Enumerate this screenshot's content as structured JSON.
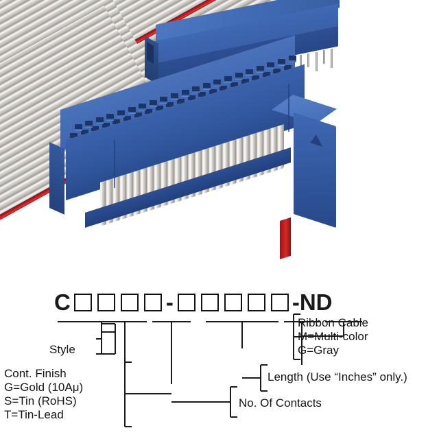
{
  "document": {
    "kind": "part-number-breakdown-diagram",
    "subject": "IDC ribbon cable assembly connectors"
  },
  "product_photo": {
    "items": [
      {
        "name": "upper-connector",
        "type": "male-header-connector",
        "color": "#3b63ad",
        "description": "blue IDC board-mount header with two rows of solder pins, ribbon cable attached"
      },
      {
        "name": "lower-connector",
        "type": "idc-socket-connector",
        "color": "#3b63ad",
        "description": "blue IDC socket with two rows of square contact holes, triangular pin-1 marker, ribbon cable strain relief"
      },
      {
        "name": "ribbon-cable",
        "type": "flat-ribbon-cable",
        "conductor_color": "#c9c6c1",
        "stripe_color": "#c2161d",
        "description": "gray flat ribbon cable with red pin-1 edge stripe"
      }
    ],
    "colors": {
      "connector_blue": "#3b63ad",
      "connector_blue_dark": "#27488a",
      "cable_gray": "#c9c6c1",
      "pin1_red": "#c2161d",
      "pin_metal": "#9a9a9a",
      "background": "#ffffff"
    }
  },
  "part_number": {
    "prefix": "C",
    "separator": "-",
    "suffix": "-ND",
    "group1_box_count": 4,
    "group2_box_count": 5,
    "boxes": [
      "",
      "",
      "",
      "",
      "",
      "",
      "",
      "",
      ""
    ],
    "display": "C □□□□ - □□□□□ -ND"
  },
  "callouts": {
    "style": {
      "label": "Style"
    },
    "contact_finish": {
      "title": "Cont. Finish",
      "options": [
        "G=Gold (10Aμ)",
        "S=Tin (RoHS)",
        "T=Tin-Lead"
      ]
    },
    "contacts": {
      "label": "No. Of Contacts"
    },
    "length": {
      "label": "Length",
      "note": "(Use “Inches” only.)"
    },
    "ribbon_cable": {
      "title": "Ribbon Cable",
      "options": [
        "M=Multi-color",
        "G=Gray"
      ]
    }
  },
  "line_color": "#1a1a1a"
}
